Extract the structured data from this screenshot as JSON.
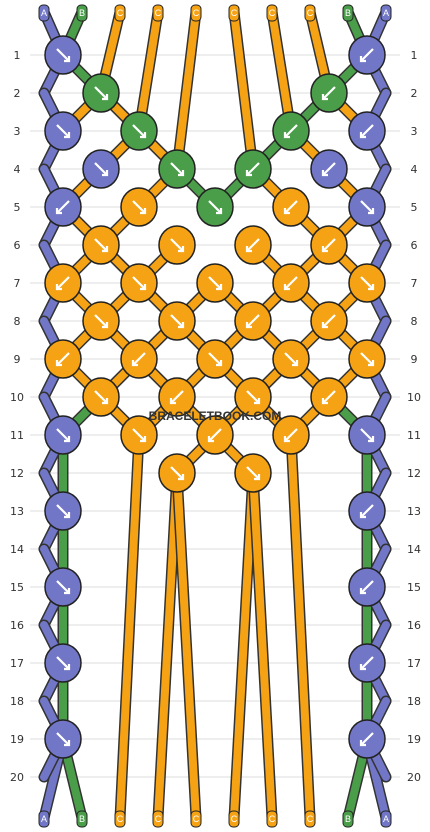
{
  "pattern": {
    "watermark": "BRACELETBOOK.COM",
    "colors": {
      "A": "#7177c6",
      "B": "#4a9e4a",
      "C": "#f5a314"
    },
    "strand_labels_top": [
      "A",
      "B",
      "C",
      "C",
      "C",
      "C",
      "C",
      "C",
      "B",
      "A"
    ],
    "strand_labels_bottom": [
      "A",
      "B",
      "C",
      "C",
      "C",
      "C",
      "C",
      "C",
      "B",
      "A"
    ],
    "row_numbers": [
      "1",
      "2",
      "3",
      "4",
      "5",
      "6",
      "7",
      "8",
      "9",
      "10",
      "11",
      "12",
      "13",
      "14",
      "15",
      "16",
      "17",
      "18",
      "19",
      "20"
    ],
    "knots": [
      [
        {
          "color": "A",
          "dir": "se"
        },
        {
          "color": "A",
          "dir": "sw"
        }
      ],
      [
        {
          "color": "B",
          "dir": "se"
        },
        {
          "color": "B",
          "dir": "sw"
        }
      ],
      [
        {
          "color": "A",
          "dir": "se"
        },
        {
          "color": "B",
          "dir": "se"
        },
        {
          "color": "B",
          "dir": "sw"
        },
        {
          "color": "A",
          "dir": "sw"
        }
      ],
      [
        {
          "color": "A",
          "dir": "se"
        },
        {
          "color": "B",
          "dir": "se"
        },
        {
          "color": "B",
          "dir": "sw"
        },
        {
          "color": "A",
          "dir": "sw"
        }
      ],
      [
        {
          "color": "A",
          "dir": "sw"
        },
        {
          "color": "C",
          "dir": "se"
        },
        {
          "color": "B",
          "dir": "se"
        },
        {
          "color": "C",
          "dir": "sw"
        },
        {
          "color": "A",
          "dir": "se"
        }
      ],
      [
        {
          "color": "C",
          "dir": "se"
        },
        {
          "color": "C",
          "dir": "se"
        },
        {
          "color": "C",
          "dir": "sw"
        },
        {
          "color": "C",
          "dir": "sw"
        }
      ],
      [
        {
          "color": "C",
          "dir": "sw"
        },
        {
          "color": "C",
          "dir": "se"
        },
        {
          "color": "C",
          "dir": "se"
        },
        {
          "color": "C",
          "dir": "sw"
        },
        {
          "color": "C",
          "dir": "se"
        }
      ],
      [
        {
          "color": "C",
          "dir": "se"
        },
        {
          "color": "C",
          "dir": "se"
        },
        {
          "color": "C",
          "dir": "sw"
        },
        {
          "color": "C",
          "dir": "sw"
        }
      ],
      [
        {
          "color": "C",
          "dir": "sw"
        },
        {
          "color": "C",
          "dir": "sw"
        },
        {
          "color": "C",
          "dir": "se"
        },
        {
          "color": "C",
          "dir": "se"
        },
        {
          "color": "C",
          "dir": "se"
        }
      ],
      [
        {
          "color": "C",
          "dir": "se"
        },
        {
          "color": "C",
          "dir": "sw"
        },
        {
          "color": "C",
          "dir": "se"
        },
        {
          "color": "C",
          "dir": "sw"
        }
      ],
      [
        {
          "color": "A",
          "dir": "se"
        },
        {
          "color": "C",
          "dir": "se"
        },
        {
          "color": "C",
          "dir": "sw"
        },
        {
          "color": "C",
          "dir": "sw"
        },
        {
          "color": "A",
          "dir": "se"
        }
      ],
      [
        {
          "color": "C",
          "dir": "se"
        },
        {
          "color": "C",
          "dir": "se"
        }
      ],
      [
        {
          "color": "A",
          "dir": "se"
        },
        {
          "color": "A",
          "dir": "sw"
        }
      ],
      [],
      [
        {
          "color": "A",
          "dir": "se"
        },
        {
          "color": "A",
          "dir": "sw"
        }
      ],
      [],
      [
        {
          "color": "A",
          "dir": "se"
        },
        {
          "color": "A",
          "dir": "sw"
        }
      ],
      [],
      [
        {
          "color": "A",
          "dir": "se"
        },
        {
          "color": "A",
          "dir": "sw"
        }
      ],
      []
    ]
  }
}
